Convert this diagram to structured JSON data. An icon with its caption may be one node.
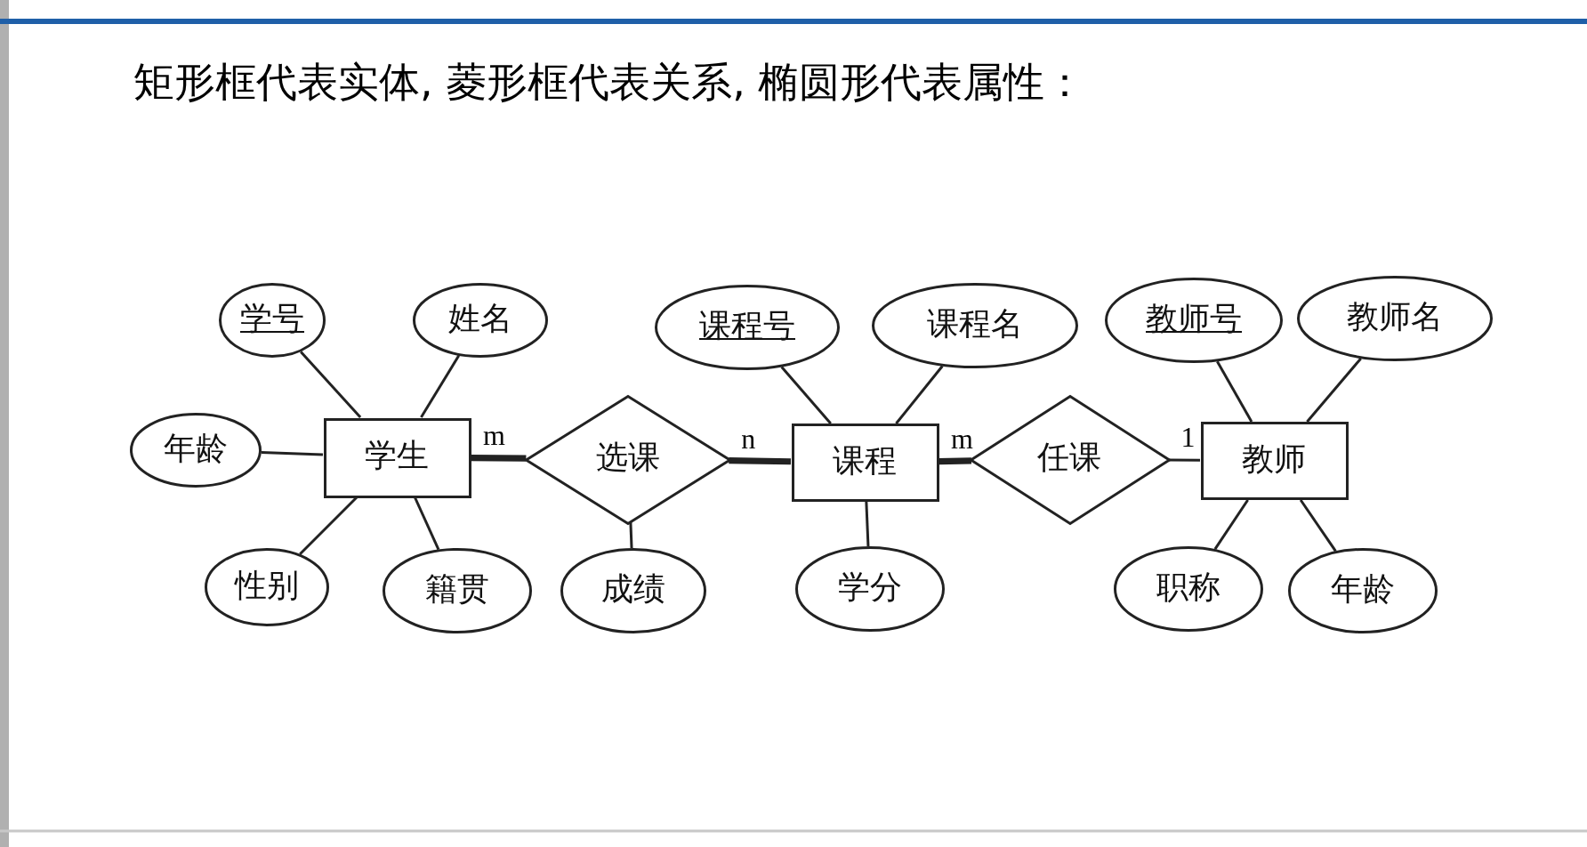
{
  "diagram": {
    "title": "矩形框代表实体, 菱形框代表关系, 椭圆形代表属性：",
    "nodes": [
      {
        "text": [
          "学生"
        ]
      },
      {
        "text": [
          "学号"
        ]
      },
      {
        "text": [
          "姓名"
        ]
      },
      {
        "text": [
          "年龄"
        ]
      },
      {
        "text": [
          "性别"
        ]
      },
      {
        "text": [
          "籍贯"
        ]
      },
      {
        "text": [
          "选课"
        ]
      },
      {
        "text": [
          "成绩"
        ]
      },
      {
        "text": [
          "课程"
        ]
      },
      {
        "text": [
          "课程号"
        ]
      },
      {
        "text": [
          "课程名"
        ]
      },
      {
        "text": [
          "学分"
        ]
      },
      {
        "text": [
          "任课"
        ]
      },
      {
        "text": [
          "教师"
        ]
      },
      {
        "text": [
          "教师号"
        ]
      },
      {
        "text": [
          "教师名"
        ]
      },
      {
        "text": [
          "职称"
        ]
      },
      {
        "text": [
          "年龄"
        ]
      }
    ],
    "edges": [
      {
        "from": 1,
        "to": 0,
        "arrow": "none"
      },
      {
        "from": 2,
        "to": 0,
        "arrow": "none"
      },
      {
        "from": 3,
        "to": 0,
        "arrow": "none"
      },
      {
        "from": 4,
        "to": 0,
        "arrow": "none"
      },
      {
        "from": 5,
        "to": 0,
        "arrow": "none"
      },
      {
        "from": 0,
        "to": 6,
        "arrow": "none",
        "label": "m",
        "style": "thick"
      },
      {
        "from": 6,
        "to": 8,
        "arrow": "none",
        "label": "n",
        "style": "thick"
      },
      {
        "from": 6,
        "to": 7,
        "arrow": "none"
      },
      {
        "from": 9,
        "to": 8,
        "arrow": "none"
      },
      {
        "from": 10,
        "to": 8,
        "arrow": "none"
      },
      {
        "from": 11,
        "to": 8,
        "arrow": "none"
      },
      {
        "from": 8,
        "to": 12,
        "arrow": "none",
        "label": "m",
        "style": "thick"
      },
      {
        "from": 12,
        "to": 13,
        "arrow": "none",
        "label": "1"
      },
      {
        "from": 14,
        "to": 13,
        "arrow": "none"
      },
      {
        "from": 15,
        "to": 13,
        "arrow": "none"
      },
      {
        "from": 16,
        "to": 13,
        "arrow": "none"
      },
      {
        "from": 17,
        "to": 13,
        "arrow": "none"
      }
    ]
  }
}
